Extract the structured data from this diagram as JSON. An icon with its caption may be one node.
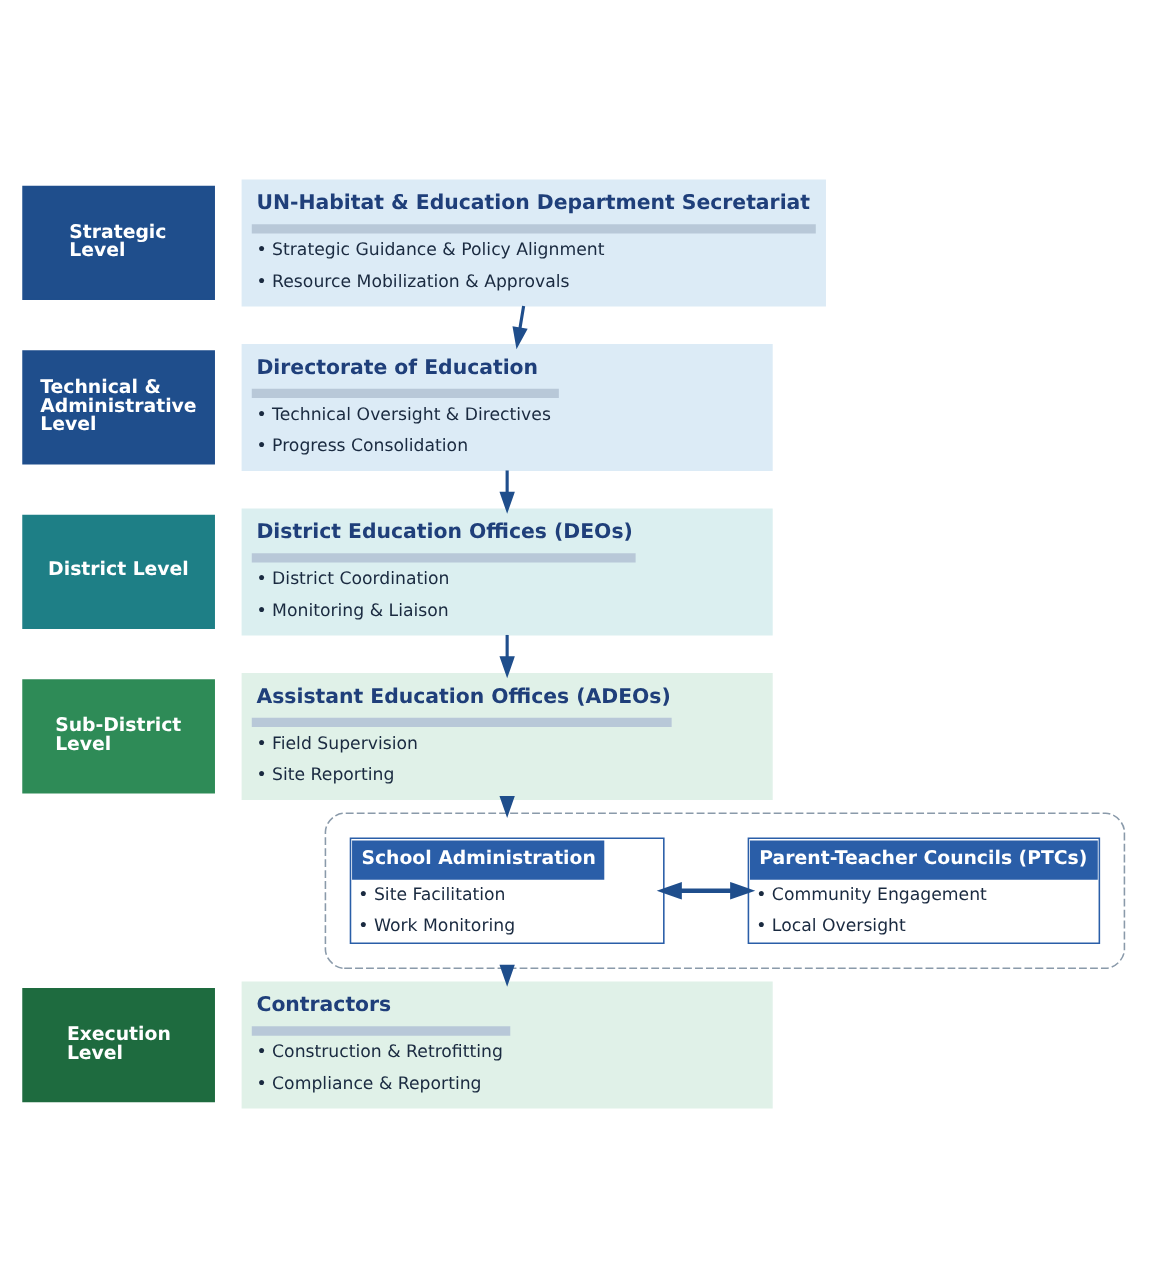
{
  "diagram": {
    "nodes": [
      {
        "text": [
          "Strategic Level"
        ]
      },
      {
        "text": [
          "UN-Habitat & Education Department Secretariat",
          "• Strategic Guidance & Policy Alignment",
          "• Resource Mobilization & Approvals"
        ]
      },
      {
        "text": [
          "Technical & Administrative Level"
        ]
      },
      {
        "text": [
          "Directorate of Education",
          "• Technical Oversight & Directives",
          "• Progress Consolidation"
        ]
      },
      {
        "text": [
          "District Level"
        ]
      },
      {
        "text": [
          "District Education Offices (DEOs)",
          "• District Coordination",
          "• Monitoring & Liaison"
        ]
      },
      {
        "text": [
          "Sub-District Level"
        ]
      },
      {
        "text": [
          "Assistant Education Offices (ADEOs)",
          "• Field Supervision",
          "• Site Reporting"
        ]
      },
      {
        "text": [],
        "shape": "box"
      },
      {
        "text": [
          "School Administration",
          "• Site Facilitation",
          "• Work Monitoring"
        ],
        "in": 8
      },
      {
        "text": [
          "Parent-Teacher Councils (PTCs)",
          "• Community Engagement",
          "• Local Oversight"
        ],
        "in": 8
      },
      {
        "text": [
          "Execution Level"
        ]
      },
      {
        "text": [
          "Contractors",
          "• Construction & Retrofitting",
          "• Compliance & Reporting"
        ]
      }
    ],
    "edges": [
      {
        "from": 1,
        "to": 3,
        "arrow": "to"
      },
      {
        "from": 3,
        "to": 5,
        "arrow": "to"
      },
      {
        "from": 5,
        "to": 7,
        "arrow": "to"
      },
      {
        "from": 7,
        "to": 8,
        "arrow": "to"
      },
      {
        "from": 8,
        "to": 12,
        "arrow": "to"
      },
      {
        "from": 9,
        "to": 10,
        "arrow": "both"
      }
    ]
  }
}
